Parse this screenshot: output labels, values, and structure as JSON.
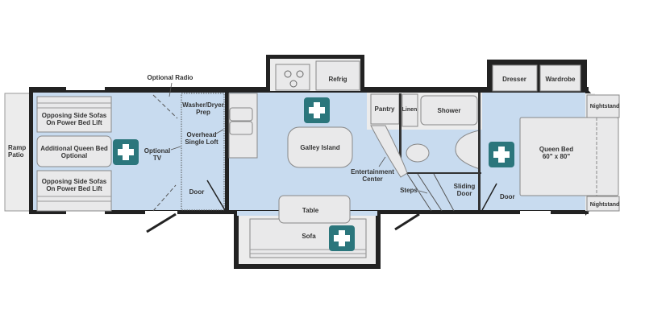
{
  "labels": {
    "ramp_patio": [
      "Ramp",
      "Patio"
    ],
    "optional_radio": "Optional Radio",
    "sofa_top": [
      "Opposing Side Sofas",
      "On Power Bed Lift"
    ],
    "queen_optional": [
      "Additional Queen Bed",
      "Optional"
    ],
    "sofa_bottom": [
      "Opposing Side Sofas",
      "On Power Bed Lift"
    ],
    "optional_tv": [
      "Optional",
      "TV"
    ],
    "washer_dryer": [
      "Washer/Dryer",
      "Prep"
    ],
    "overhead_loft": [
      "Overhead",
      "Single Loft"
    ],
    "door_left": "Door",
    "refrig": "Refrig",
    "galley_island": "Galley Island",
    "table": "Table",
    "sofa": "Sofa",
    "pantry": "Pantry",
    "linen": "Linen",
    "shower": "Shower",
    "entertainment_center": [
      "Entertainment",
      "Center"
    ],
    "steps": "Steps",
    "sliding_door": [
      "Sliding",
      "Door"
    ],
    "door_bedroom": "Door",
    "dresser": "Dresser",
    "wardrobe": "Wardrobe",
    "nightstand_top": "Nightstand",
    "nightstand_bottom": "Nightstand",
    "queen_bed": [
      "Queen Bed",
      "60\" x 80\""
    ]
  },
  "colors": {
    "room": "#c8dbef",
    "wall": "#222222",
    "hotspot": "#2b767c",
    "furniture": "#e9e9ea"
  },
  "icons": [
    "plus-hotspot-icon",
    "stove-icon",
    "sink-icon",
    "toilet-icon",
    "bathroom-sink-icon"
  ]
}
